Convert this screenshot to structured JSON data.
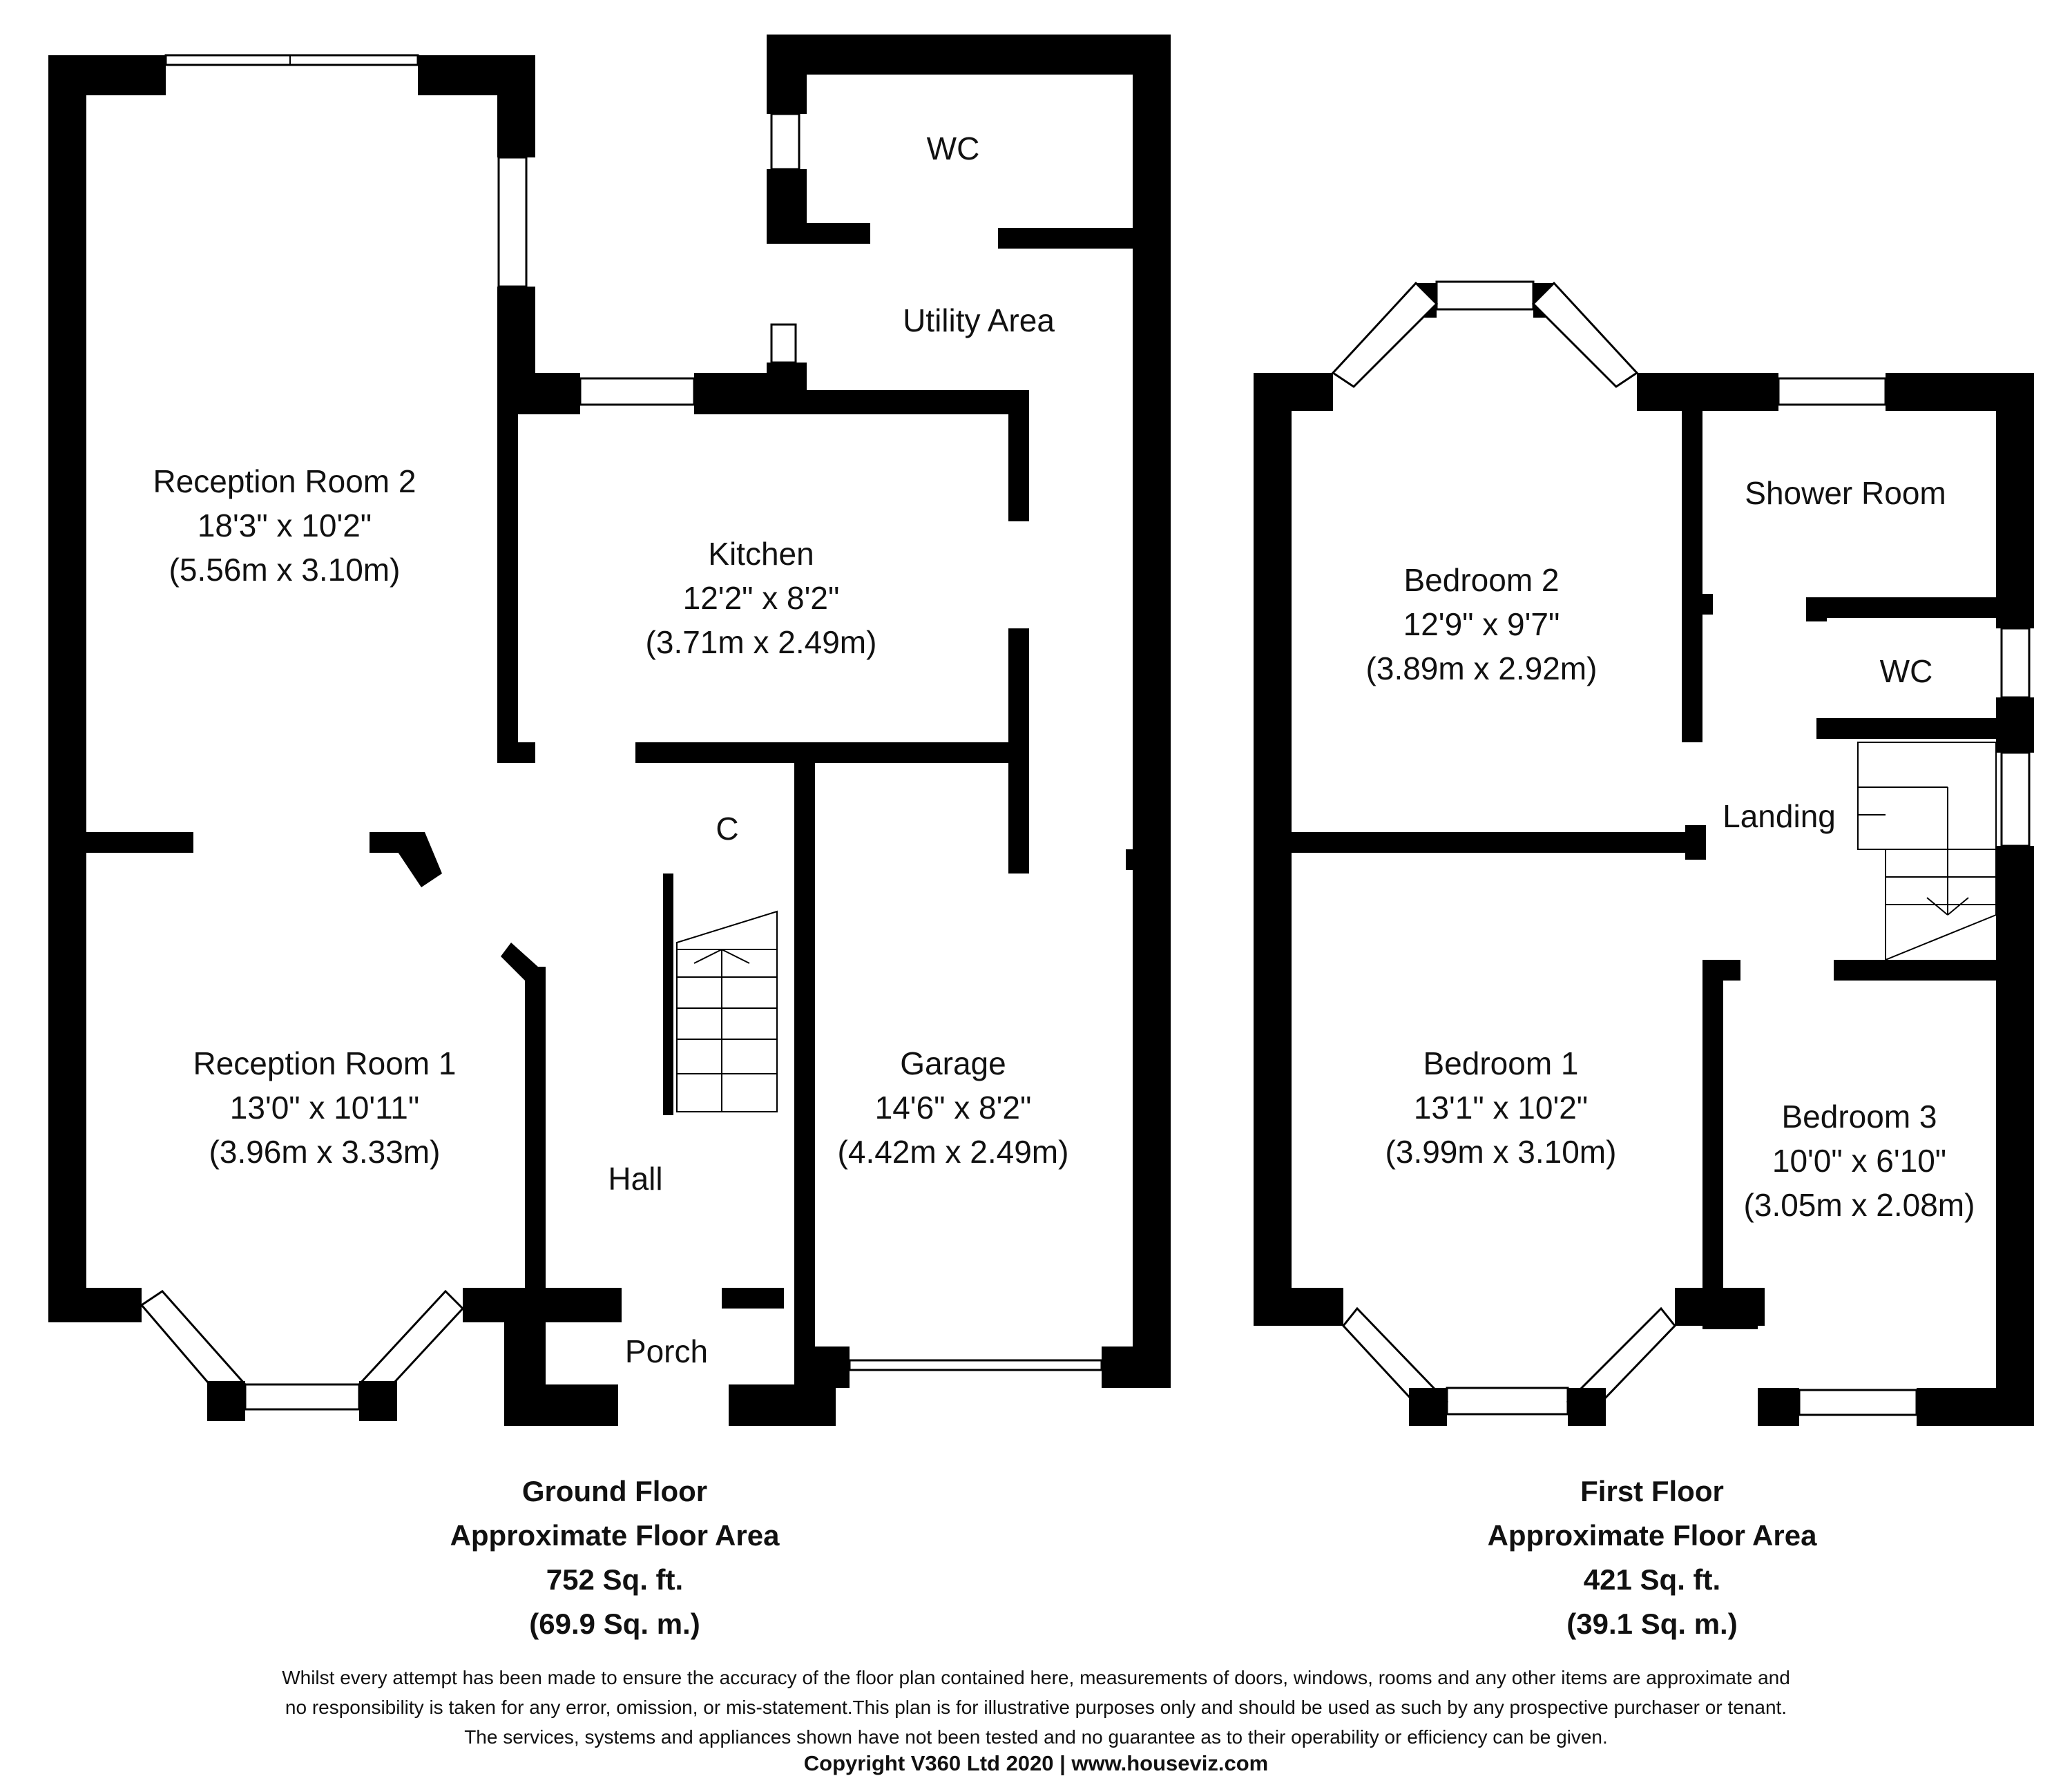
{
  "ground_floor": {
    "rooms": [
      {
        "name": "WC",
        "size_imperial": "",
        "size_metric": ""
      },
      {
        "name": "Utility Area",
        "size_imperial": "",
        "size_metric": ""
      },
      {
        "name": "Reception Room 2",
        "size_imperial": "18'3\" x 10'2\"",
        "size_metric": "(5.56m x 3.10m)"
      },
      {
        "name": "Kitchen",
        "size_imperial": "12'2\" x 8'2\"",
        "size_metric": "(3.71m x 2.49m)"
      },
      {
        "name": "C",
        "size_imperial": "",
        "size_metric": ""
      },
      {
        "name": "Reception Room 1",
        "size_imperial": "13'0\" x 10'11\"",
        "size_metric": "(3.96m x 3.33m)"
      },
      {
        "name": "Garage",
        "size_imperial": "14'6\" x 8'2\"",
        "size_metric": "(4.42m x 2.49m)"
      },
      {
        "name": "Hall",
        "size_imperial": "",
        "size_metric": ""
      },
      {
        "name": "Porch",
        "size_imperial": "",
        "size_metric": ""
      }
    ],
    "summary": {
      "floor": "Ground Floor",
      "label": "Approximate Floor Area",
      "area_imperial": "752 Sq. ft.",
      "area_metric": "(69.9 Sq. m.)"
    }
  },
  "first_floor": {
    "rooms": [
      {
        "name": "Shower Room",
        "size_imperial": "",
        "size_metric": ""
      },
      {
        "name": "Bedroom 2",
        "size_imperial": "12'9\" x 9'7\"",
        "size_metric": "(3.89m x 2.92m)"
      },
      {
        "name": "WC",
        "size_imperial": "",
        "size_metric": ""
      },
      {
        "name": "Landing",
        "size_imperial": "",
        "size_metric": ""
      },
      {
        "name": "Bedroom 1",
        "size_imperial": "13'1\" x 10'2\"",
        "size_metric": "(3.99m x 3.10m)"
      },
      {
        "name": "Bedroom 3",
        "size_imperial": "10'0\" x 6'10\"",
        "size_metric": "(3.05m x 2.08m)"
      }
    ],
    "summary": {
      "floor": "First Floor",
      "label": "Approximate Floor Area",
      "area_imperial": "421 Sq. ft.",
      "area_metric": "(39.1 Sq. m.)"
    }
  },
  "disclaimer": [
    "Whilst every attempt has been made to ensure the accuracy of the floor plan contained here, measurements of doors, windows, rooms and any other items are approximate and",
    "no responsibility is taken for any error, omission, or mis-statement.This plan is for illustrative purposes only and should be used as such by any prospective purchaser or tenant.",
    "The services, systems and appliances shown have not been tested and no guarantee as to their operability or efficiency can be given."
  ],
  "copyright": "Copyright V360 Ltd 2020 | www.houseviz.com"
}
